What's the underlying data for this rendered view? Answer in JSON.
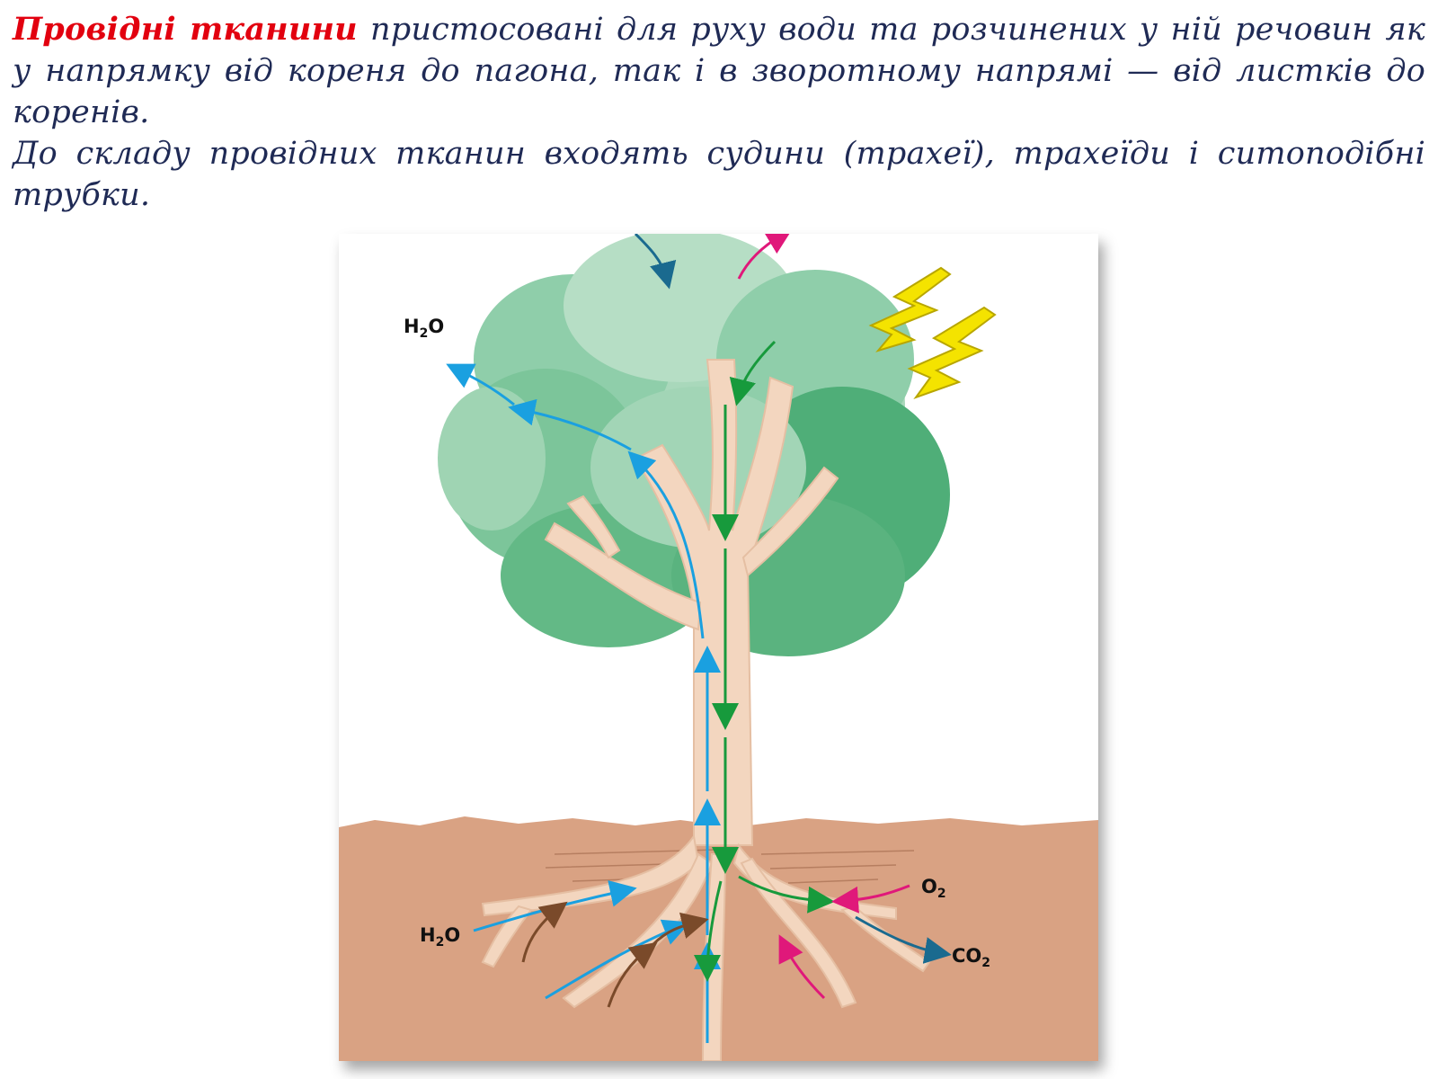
{
  "text": {
    "term": "Провідні тканини",
    "paragraph1_rest": " пристосовані для руху води та розчинених у ній речовин як у напрямку від кореня до пагона, так і в зворотному напрямі — від листків до коренів.",
    "paragraph2": "До  складу провідних тканин входять судини (трахеї), трахеїди і ситоподібні трубки."
  },
  "figure": {
    "labels": {
      "h2o_top": "H",
      "h2o_top_sub": "2",
      "h2o_top_o": "O",
      "h2o_root": "H",
      "h2o_root_sub": "2",
      "h2o_root_o": "O",
      "o2": "O",
      "o2_sub": "2",
      "co2": "CO",
      "co2_sub": "2"
    },
    "colors": {
      "foliage_light": "#a9d8bb",
      "foliage_mid": "#7cc59a",
      "foliage_dark": "#4fae78",
      "trunk": "#f3d6bf",
      "soil": "#d9a283",
      "water_arrow": "#1aa0e0",
      "sugar_arrow": "#179a3c",
      "oxygen_arrow": "#e0187a",
      "co2_arrow": "#1a6a8f",
      "mineral_arrow": "#7a4a2a",
      "sun": "#f4e300"
    }
  }
}
